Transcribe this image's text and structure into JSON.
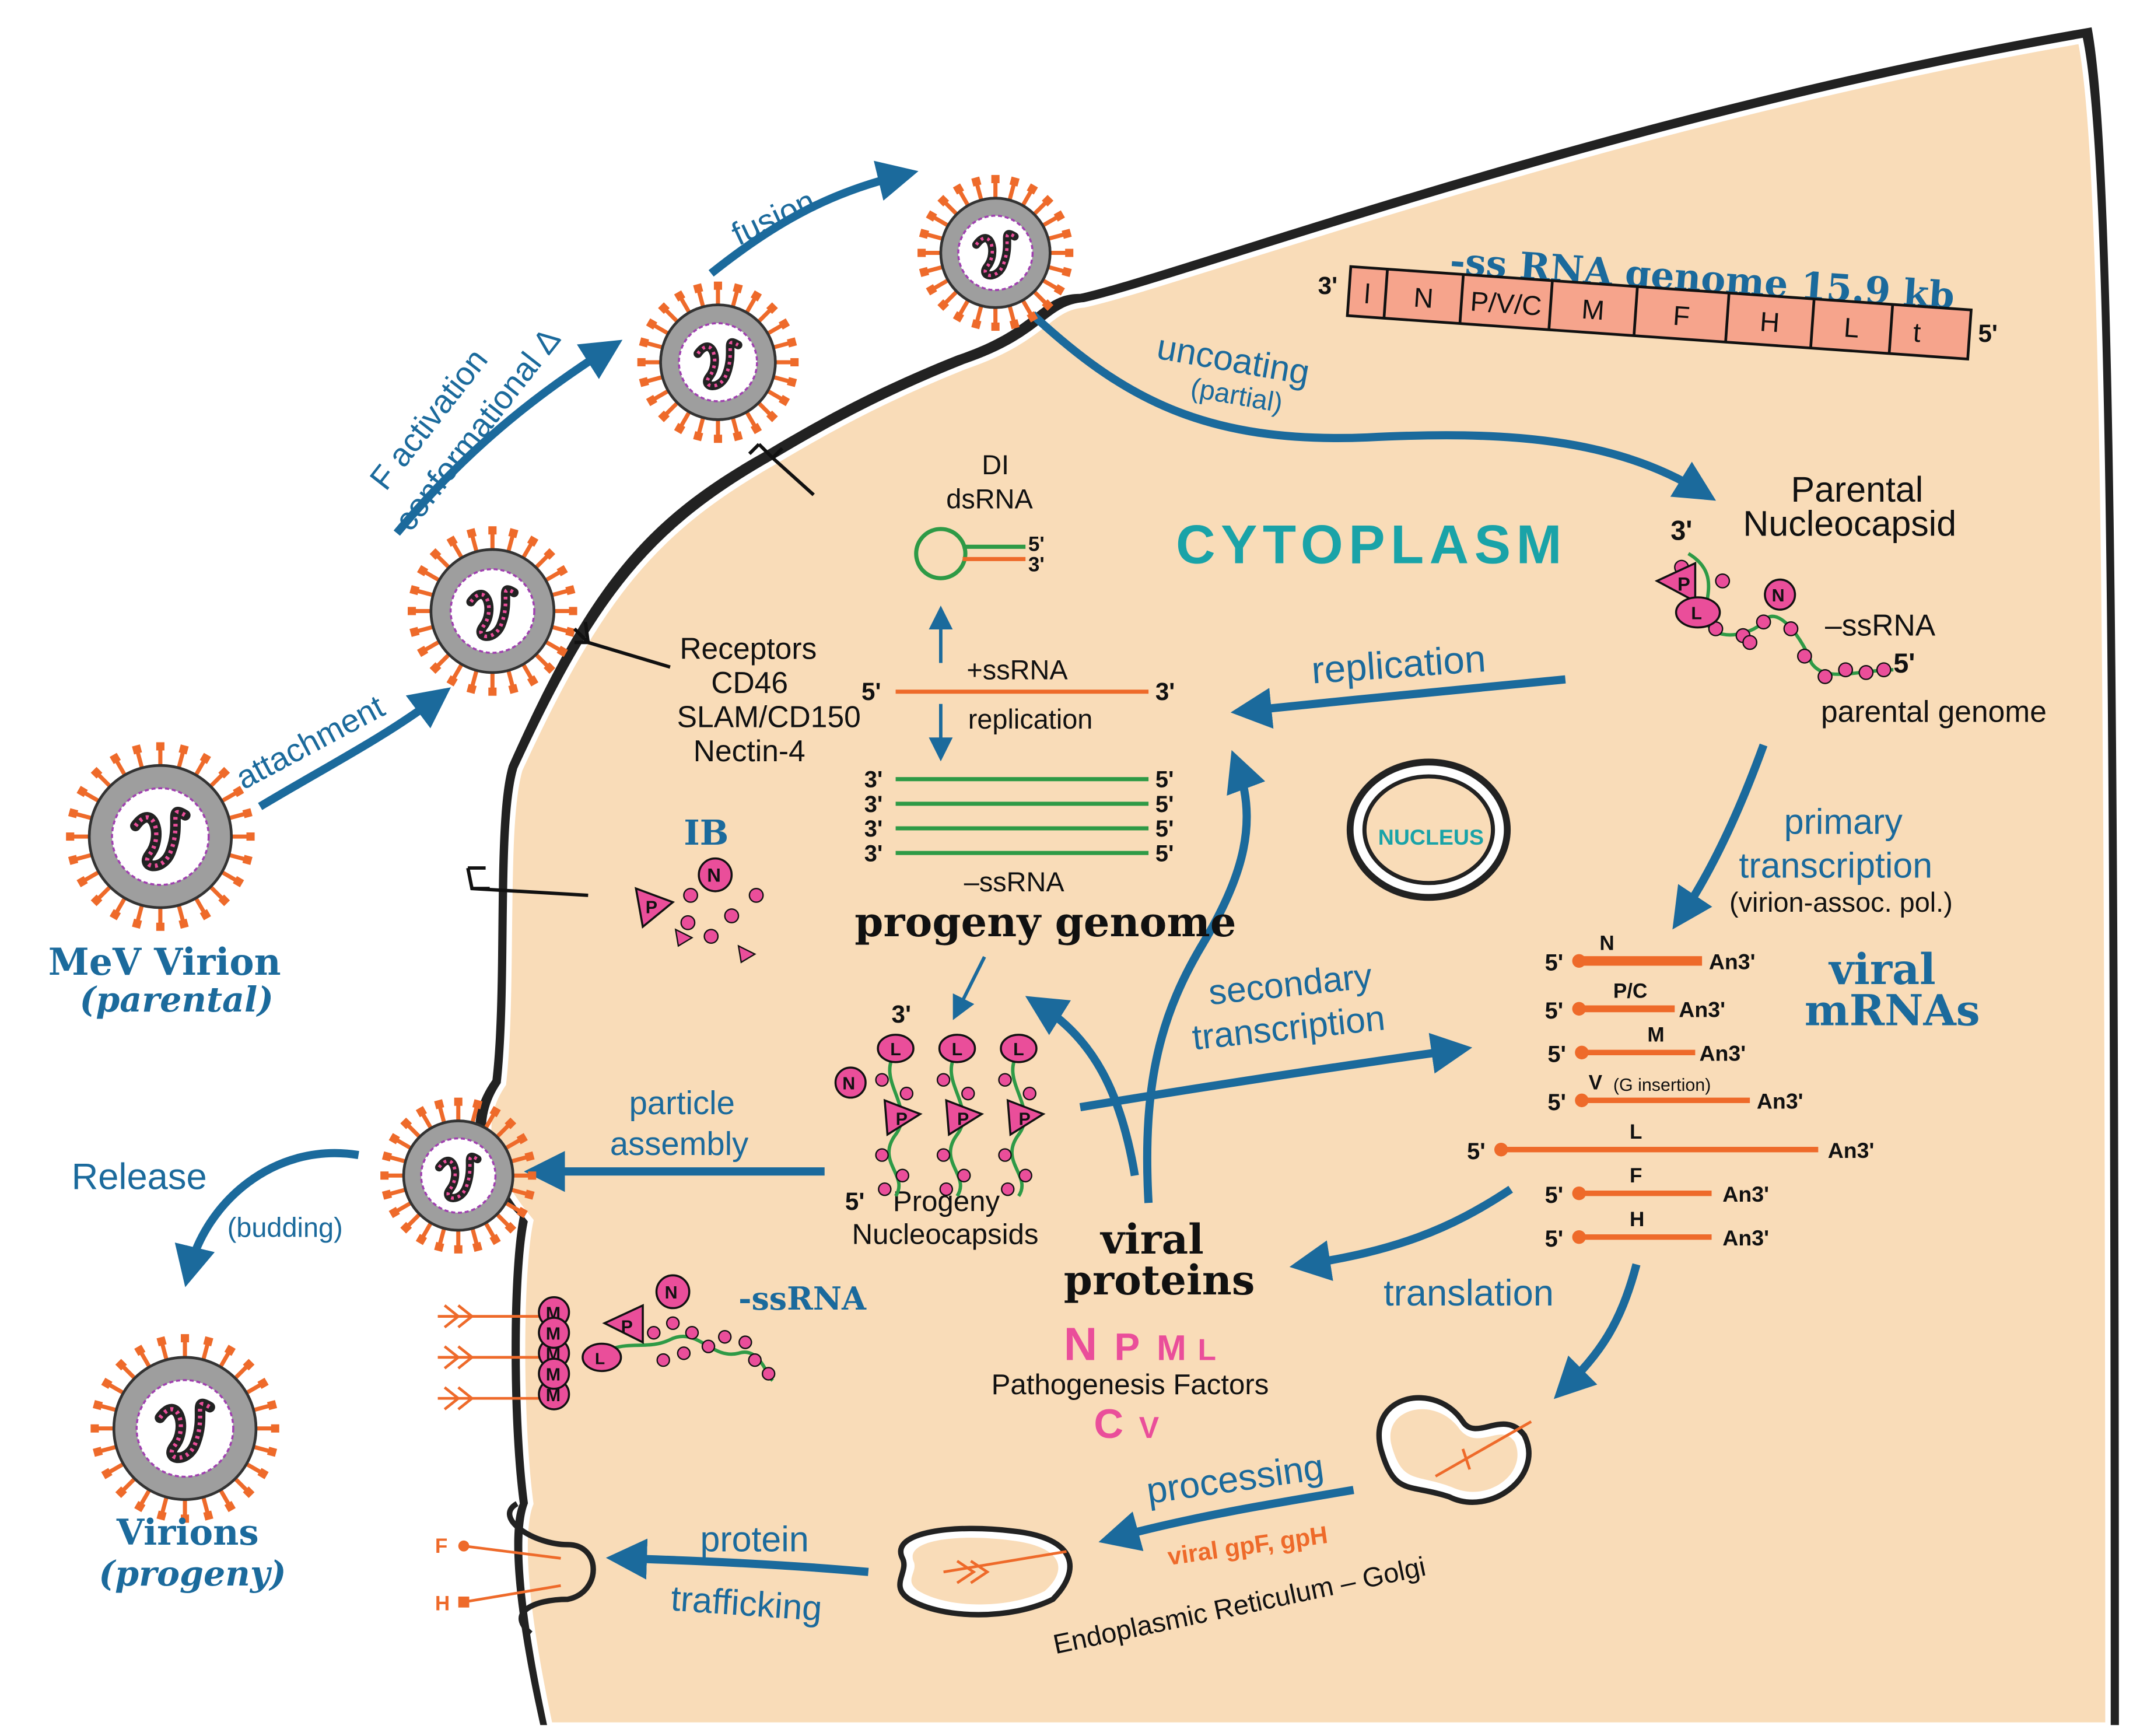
{
  "colors": {
    "cytoplasm": "#f9dcb8",
    "membrane": "#222222",
    "arrow_blue": "#1b6a9c",
    "orange": "#ee6a2a",
    "green": "#2e9a46",
    "pink": "#ea4e9a",
    "teal": "#1aa3a8",
    "gene_box": "#f6a48c"
  },
  "labels": {
    "attachment": "attachment",
    "f_activation_1": "F activation",
    "f_activation_2": "conformational Δ",
    "fusion": "fusion",
    "uncoating": "uncoating",
    "partial": "(partial)",
    "receptors": [
      "Receptors",
      "CD46",
      "SLAM/CD150",
      "Nectin-4"
    ],
    "mev_virion": "MeV Virion",
    "parental": "(parental)",
    "release": "Release",
    "budding": "(budding)",
    "virions": "Virions",
    "progeny": "(progeny)",
    "cytoplasm": "CYTOPLASM",
    "nucleus": "NUCLEUS",
    "particle_assembly_1": "particle",
    "particle_assembly_2": "assembly",
    "replication": "replication",
    "secondary_transcription_1": "secondary",
    "secondary_transcription_2": "transcription",
    "primary_transcription_1": "primary",
    "primary_transcription_2": "transcription",
    "primary_transcription_3": "(virion-assoc. pol.)",
    "translation": "translation",
    "processing": "processing",
    "protein_trafficking_1": "protein",
    "protein_trafficking_2": "trafficking",
    "er_golgi": "Endoplasmic Reticulum – Golgi",
    "viral_gp": "viral gpF, gpH",
    "ib": "IB",
    "neg_ssrna_bottom": "-ssRNA",
    "parental_nucleocapsid_1": "Parental",
    "parental_nucleocapsid_2": "Nucleocapsid",
    "parental_ssrna": "–ssRNA",
    "parental_genome": "parental genome",
    "di": "DI",
    "dsrna": "dsRNA",
    "plus_ssrna": "+ssRNA",
    "replication_small": "replication",
    "neg_ssrna_mid": "–ssRNA",
    "progeny_genome": "progeny genome",
    "progeny_nucleocapsids_1": "Progeny",
    "progeny_nucleocapsids_2": "Nucleocapsids",
    "viral_proteins_1": "viral",
    "viral_proteins_2": "proteins",
    "pathogenesis": "Pathogenesis Factors",
    "viral_mrnas_1": "viral",
    "viral_mrnas_2": "mRNAs",
    "f_marker": "F",
    "h_marker": "H",
    "three_prime": "3'",
    "five_prime": "5'",
    "g_insertion": "(G  insertion)"
  },
  "genome": {
    "title": "-ss RNA genome 15.9 kb",
    "left_end": "3'",
    "right_end": "5'",
    "genes": [
      "l",
      "N",
      "P/V/C",
      "M",
      "F",
      "H",
      "L",
      "t"
    ]
  },
  "mrnas": [
    {
      "gene": "N",
      "five": "5'",
      "tail": "An3'"
    },
    {
      "gene": "P/C",
      "five": "5'",
      "tail": "An3'"
    },
    {
      "gene": "M",
      "five": "5'",
      "tail": "An3'"
    },
    {
      "gene": "V",
      "five": "5'",
      "tail": "An3'"
    },
    {
      "gene": "L",
      "five": "5'",
      "tail": "An3'"
    },
    {
      "gene": "F",
      "five": "5'",
      "tail": "An3'"
    },
    {
      "gene": "H",
      "five": "5'",
      "tail": "An3'"
    }
  ],
  "proteins": {
    "row1": [
      "N",
      "P",
      "M",
      "L"
    ],
    "row2": [
      "C",
      "V"
    ]
  },
  "nucleocapsid_letters": {
    "n": "N",
    "p": "P",
    "l": "L",
    "m": "M"
  }
}
